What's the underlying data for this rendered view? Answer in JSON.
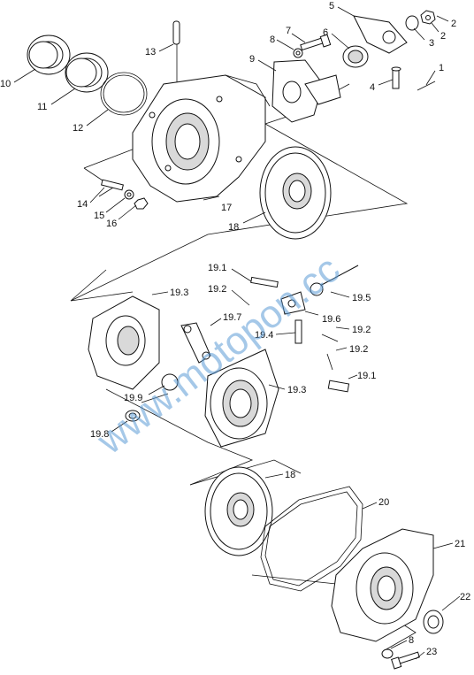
{
  "watermark": "www.motopon.cc",
  "callouts": [
    {
      "id": "c1",
      "label": "1"
    },
    {
      "id": "c2a",
      "label": "2"
    },
    {
      "id": "c2b",
      "label": "2"
    },
    {
      "id": "c3",
      "label": "3"
    },
    {
      "id": "c4",
      "label": "4"
    },
    {
      "id": "c5",
      "label": "5"
    },
    {
      "id": "c6",
      "label": "6"
    },
    {
      "id": "c7",
      "label": "7"
    },
    {
      "id": "c8a",
      "label": "8"
    },
    {
      "id": "c9",
      "label": "9"
    },
    {
      "id": "c10",
      "label": "10"
    },
    {
      "id": "c11",
      "label": "11"
    },
    {
      "id": "c12",
      "label": "12"
    },
    {
      "id": "c13",
      "label": "13"
    },
    {
      "id": "c14",
      "label": "14"
    },
    {
      "id": "c15",
      "label": "15"
    },
    {
      "id": "c16",
      "label": "16"
    },
    {
      "id": "c17",
      "label": "17"
    },
    {
      "id": "c18a",
      "label": "18"
    },
    {
      "id": "c19_1a",
      "label": "19.1"
    },
    {
      "id": "c19_2a",
      "label": "19.2"
    },
    {
      "id": "c19_3a",
      "label": "19.3"
    },
    {
      "id": "c19_5",
      "label": "19.5"
    },
    {
      "id": "c19_7",
      "label": "19.7"
    },
    {
      "id": "c19_6",
      "label": "19.6"
    },
    {
      "id": "c19_4",
      "label": "19.4"
    },
    {
      "id": "c19_2b",
      "label": "19.2"
    },
    {
      "id": "c19_2c",
      "label": "19.2"
    },
    {
      "id": "c19_1b",
      "label": "19.1"
    },
    {
      "id": "c19_3b",
      "label": "19.3"
    },
    {
      "id": "c19_9",
      "label": "19.9"
    },
    {
      "id": "c19_8",
      "label": "19.8"
    },
    {
      "id": "c18b",
      "label": "18"
    },
    {
      "id": "c20",
      "label": "20"
    },
    {
      "id": "c21",
      "label": "21"
    },
    {
      "id": "c22",
      "label": "22"
    },
    {
      "id": "c8b",
      "label": "8"
    },
    {
      "id": "c23",
      "label": "23"
    }
  ]
}
